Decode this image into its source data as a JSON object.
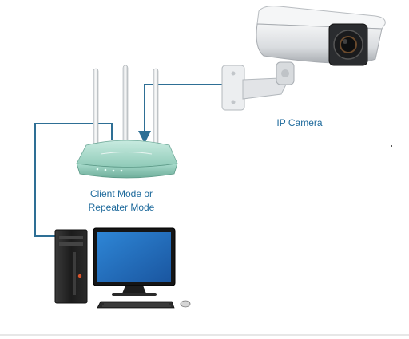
{
  "labels": {
    "camera": "IP Camera",
    "router_mode_line1": "Client Mode or",
    "router_mode_line2": "Repeater Mode"
  },
  "colors": {
    "link_line": "#2e6f95",
    "label_text": "#1e6a9c",
    "router_body": "#9ed3c3",
    "monitor_screen": "#1f66b5",
    "pc_body": "#222222",
    "camera_body": "#e4e6e8"
  },
  "icons": {
    "router": "wireless-router-icon",
    "camera": "ip-camera-icon",
    "computer": "desktop-computer-icon"
  }
}
